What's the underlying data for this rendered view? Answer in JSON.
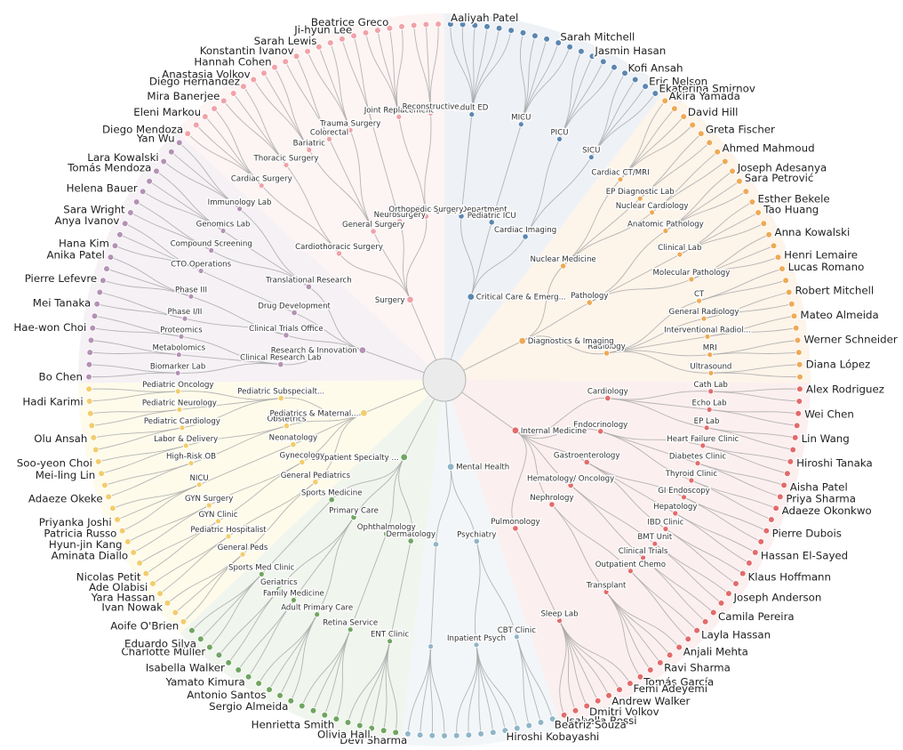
{
  "root": {
    "label": ""
  },
  "colors": {
    "link": "#a9a9a9",
    "node_stroke": "#ffffff",
    "root_fill": "#ebebeb",
    "root_stroke": "#b5b5b5"
  },
  "departments": [
    {
      "label": "Critical Care & Emerg...",
      "color": "#5b87b0",
      "sector_color": "#eef2f7",
      "children": [
        {
          "label": "Emergency Department",
          "children": [
            {
              "label": "Adult ED",
              "leaves": [
                "Aaliyah Patel",
                "",
                "",
                "",
                "",
                ""
              ]
            }
          ]
        },
        {
          "label": "Pediatric ICU",
          "children": [
            {
              "label": "MICU",
              "leaves": [
                "",
                "",
                "",
                "Sarah Mitchell",
                ""
              ]
            }
          ]
        },
        {
          "label": "Cardiac Imaging",
          "children": [
            {
              "label": "PICU",
              "leaves": [
                "",
                "Jasmin Hasan",
                "",
                ""
              ]
            },
            {
              "label": "SICU",
              "leaves": [
                "Kofi Ansah",
                "",
                "Eric Nelson",
                "Ekaterina Smirnov"
              ]
            }
          ]
        }
      ]
    },
    {
      "label": "Diagnostics & Imaging",
      "color": "#eeaa55",
      "sector_color": "#fdf4ea",
      "children": [
        {
          "label": "Nuclear Medicine",
          "children": [
            {
              "label": "Cardiac CT/MRI",
              "leaves": [
                "Akira Yamada",
                "",
                "David Hill",
                ""
              ]
            },
            {
              "label": "EP Diagnostic Lab",
              "leaves": [
                "Greta Fischer",
                ""
              ]
            },
            {
              "label": "Nuclear Cardiology",
              "leaves": [
                "Ahmed Mahmoud",
                ""
              ]
            }
          ]
        },
        {
          "label": "Pathology",
          "children": [
            {
              "label": "Anatomic Pathology",
              "leaves": [
                "Joseph Adesanya",
                "Sara Petrović",
                ""
              ]
            },
            {
              "label": "Clinical Lab",
              "leaves": [
                "Esther Bekele",
                "Tao Huang",
                ""
              ]
            },
            {
              "label": "Molecular Pathology",
              "leaves": [
                "Anna Kowalski",
                "",
                "Henri Lemaire"
              ]
            }
          ]
        },
        {
          "label": "Radiology",
          "children": [
            {
              "label": "CT",
              "leaves": [
                "Lucas Romano",
                ""
              ]
            },
            {
              "label": "General Radiology",
              "leaves": [
                "Robert Mitchell",
                ""
              ]
            },
            {
              "label": "Interventional Radiol...",
              "leaves": [
                "Mateo Almeida",
                ""
              ]
            },
            {
              "label": "MRI",
              "leaves": [
                "Werner Schneider",
                ""
              ]
            },
            {
              "label": "Ultrasound",
              "leaves": [
                "Diana López",
                ""
              ]
            }
          ]
        }
      ]
    },
    {
      "label": "Internal Medicine",
      "color": "#e26b6b",
      "sector_color": "#fcefef",
      "children": [
        {
          "label": "Cardiology",
          "children": [
            {
              "label": "Cath Lab",
              "leaves": [
                "Alex Rodriguez",
                ""
              ]
            },
            {
              "label": "Echo Lab",
              "leaves": [
                "Wei Chen",
                ""
              ]
            },
            {
              "label": "EP Lab",
              "leaves": [
                "Lin Wang",
                ""
              ]
            }
          ]
        },
        {
          "label": "Endocrinology",
          "children": [
            {
              "label": "Heart Failure Clinic",
              "leaves": [
                "Hiroshi Tanaka",
                ""
              ]
            },
            {
              "label": "Diabetes Clinic",
              "leaves": [
                "Aisha Patel",
                "Priya Sharma"
              ]
            },
            {
              "label": "Thyroid Clinic",
              "leaves": [
                "Adaeze Okonkwo",
                ""
              ]
            }
          ]
        },
        {
          "label": "Gastroenterology",
          "children": [
            {
              "label": "GI Endoscopy",
              "leaves": [
                "Pierre Dubois",
                ""
              ]
            },
            {
              "label": "Hepatology",
              "leaves": [
                "Hassan El-Sayed",
                ""
              ]
            },
            {
              "label": "IBD Clinic",
              "leaves": [
                "Klaus Hoffmann",
                ""
              ]
            }
          ]
        },
        {
          "label": "Hematology/ Oncology",
          "children": [
            {
              "label": "BMT Unit",
              "leaves": [
                "Joseph Anderson",
                ""
              ]
            },
            {
              "label": "Clinical Trials",
              "leaves": [
                "Camila Pereira",
                ""
              ]
            }
          ]
        },
        {
          "label": "Nephrology",
          "children": [
            {
              "label": "Outpatient Chemo",
              "leaves": [
                "Layla Hassan",
                ""
              ]
            },
            {
              "label": "Transplant",
              "leaves": [
                "Anjali Mehta",
                "",
                "Ravi Sharma",
                "",
                "Tomás García"
              ]
            }
          ]
        },
        {
          "label": "Pulmonology",
          "children": [
            {
              "label": "Sleep Lab",
              "leaves": [
                "Femi Adeyemi",
                "",
                "Andrew Walker",
                "",
                "Dmitri Volkov",
                "",
                "Isabella Rossi"
              ]
            }
          ]
        }
      ]
    },
    {
      "label": "Mental Health",
      "color": "#8fb5c7",
      "sector_color": "#f2f6f8",
      "children": [
        {
          "label": "Psychiatry",
          "children": [
            {
              "label": "CBT Clinic",
              "leaves": [
                "Beatriz Souza",
                "",
                ""
              ]
            },
            {
              "label": "Inpatient Psych",
              "leaves": [
                "",
                "Hiroshi Kobayashi",
                "",
                "",
                "",
                ""
              ]
            }
          ]
        },
        {
          "label": "",
          "children": [
            {
              "label": "",
              "leaves": [
                "",
                "",
                "",
                "Devi Sharma"
              ]
            }
          ]
        }
      ]
    },
    {
      "label": "Outpatient Specialty ...",
      "color": "#6fa561",
      "sector_color": "#f0f5ee",
      "children": [
        {
          "label": "Dermatology",
          "children": [
            {
              "label": "ENT Clinic",
              "leaves": [
                "",
                "",
                "Olivia Hall",
                "",
                ""
              ]
            }
          ]
        },
        {
          "label": "Ophthalmology",
          "children": [
            {
              "label": "Retina Service",
              "leaves": [
                "Henrietta Smith",
                "",
                "",
                ""
              ]
            }
          ]
        },
        {
          "label": "Primary Care",
          "children": [
            {
              "label": "Adult Primary Care",
              "leaves": [
                "Sergio Almeida",
                "",
                "Antonio Santos",
                ""
              ]
            },
            {
              "label": "Family Medicine",
              "leaves": [
                "Yamato Kimura",
                ""
              ]
            },
            {
              "label": "Geriatrics",
              "leaves": [
                "Isabella Walker",
                ""
              ]
            }
          ]
        },
        {
          "label": "Sports Medicine",
          "children": [
            {
              "label": "Sports Med Clinic",
              "leaves": [
                "Charlotte Müller",
                "Eduardo Silva",
                ""
              ]
            }
          ]
        }
      ]
    },
    {
      "label": "Pediatrics & Maternal...",
      "color": "#f2cd6b",
      "sector_color": "#fefbeb",
      "children": [
        {
          "label": "General Pediatrics",
          "children": [
            {
              "label": "General Peds",
              "leaves": [
                "Aoife O'Brien",
                "",
                "Ivan Nowak"
              ]
            },
            {
              "label": "Pediatric Hospitalist",
              "leaves": [
                "Yara Hassan",
                "Ade Olabisi"
              ]
            }
          ]
        },
        {
          "label": "Gynecology",
          "children": [
            {
              "label": "GYN Clinic",
              "leaves": [
                "Nicolas Petit",
                ""
              ]
            },
            {
              "label": "GYN Surgery",
              "leaves": [
                "Aminata Diallo",
                "Hyun-jin Kang"
              ]
            }
          ]
        },
        {
          "label": "Neonatology",
          "children": [
            {
              "label": "NICU",
              "leaves": [
                "Patricia Russo",
                "Priyanka Joshi",
                ""
              ]
            }
          ]
        },
        {
          "label": "Obstetrics",
          "children": [
            {
              "label": "High-Risk OB",
              "leaves": [
                "Adaeze Okeke",
                ""
              ]
            },
            {
              "label": "Labor & Delivery",
              "leaves": [
                "Mei-ling Lin",
                "Soo-yeon Choi"
              ]
            }
          ]
        },
        {
          "label": "Pediatric Subspecialt...",
          "children": [
            {
              "label": "Pediatric Cardiology",
              "leaves": [
                "",
                "Olu Ansah"
              ]
            },
            {
              "label": "Pediatric Neurology",
              "leaves": [
                "",
                ""
              ]
            },
            {
              "label": "Pediatric Oncology",
              "leaves": [
                "Hadi Karimi",
                ""
              ]
            }
          ]
        }
      ]
    },
    {
      "label": "Research & Innovation",
      "color": "#b491b4",
      "sector_color": "#f5f1f5",
      "children": [
        {
          "label": "Clinical Research Lab",
          "children": [
            {
              "label": "Biomarker Lab",
              "leaves": [
                "Bo Chen",
                ""
              ]
            },
            {
              "label": "Metabolomics",
              "leaves": [
                "",
                ""
              ]
            },
            {
              "label": "Proteomics",
              "leaves": [
                "Hae-won Choi",
                ""
              ]
            }
          ]
        },
        {
          "label": "Clinical Trials Office",
          "children": [
            {
              "label": "Phase I/II",
              "leaves": [
                "Mei Tanaka",
                ""
              ]
            },
            {
              "label": "Phase III",
              "leaves": [
                "Pierre Lefevre",
                "",
                "Anika Patel"
              ]
            }
          ]
        },
        {
          "label": "Drug Development",
          "children": [
            {
              "label": "CTO Operations",
              "leaves": [
                "Hana Kim",
                "",
                "Anya Ivanov"
              ]
            }
          ]
        },
        {
          "label": "Translational Research",
          "children": [
            {
              "label": "Compound Screening",
              "leaves": [
                "Sara Wright",
                ""
              ]
            },
            {
              "label": "Genomics Lab",
              "leaves": [
                "Helena Bauer",
                "",
                "Tomás Mendoza"
              ]
            },
            {
              "label": "Immunology Lab",
              "leaves": [
                "Lara Kowalski",
                "",
                "Yan Wu"
              ]
            }
          ]
        }
      ]
    },
    {
      "label": "Surgery",
      "color": "#f0a2a8",
      "sector_color": "#fdf4f4",
      "children": [
        {
          "label": "Cardiothoracic Surgery",
          "children": [
            {
              "label": "Cardiac Surgery",
              "leaves": [
                "Diego Mendoza",
                "",
                "Eleni Markou",
                ""
              ]
            },
            {
              "label": "Thoracic Surgery",
              "leaves": [
                "Mira Banerjee",
                "",
                "Diego Hernández"
              ]
            }
          ]
        },
        {
          "label": "General Surgery",
          "children": [
            {
              "label": "Bariatric",
              "leaves": [
                "Anastasia Volkov",
                "",
                "Hannah Cohen"
              ]
            },
            {
              "label": "Colorectal",
              "leaves": [
                "",
                "Konstantin Ivanov"
              ]
            },
            {
              "label": "Trauma Surgery",
              "leaves": [
                "",
                "Sarah Lewis",
                ""
              ]
            }
          ]
        },
        {
          "label": "Neurosurgery",
          "children": [
            {
              "label": "",
              "leaves": [
                "",
                "Ji-hyun Lee"
              ]
            }
          ]
        },
        {
          "label": "Orthopedic Surgery",
          "children": [
            {
              "label": "Joint Replacement",
              "leaves": [
                "",
                "",
                "Beatrice Greco",
                ""
              ]
            },
            {
              "label": "Reconstructive",
              "leaves": [
                "",
                "",
                ""
              ]
            }
          ]
        }
      ]
    }
  ]
}
